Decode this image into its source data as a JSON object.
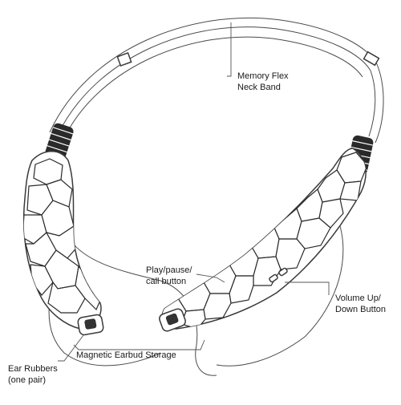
{
  "diagram": {
    "labels": {
      "neck_band": "Memory Flex\nNeck Band",
      "play_pause": "Play/pause/\ncall button",
      "volume": "Volume Up/\nDown Button",
      "earbud_storage": "Magnetic Earbud Storage",
      "ear_rubbers": "Ear Rubbers\n(one pair)"
    }
  }
}
